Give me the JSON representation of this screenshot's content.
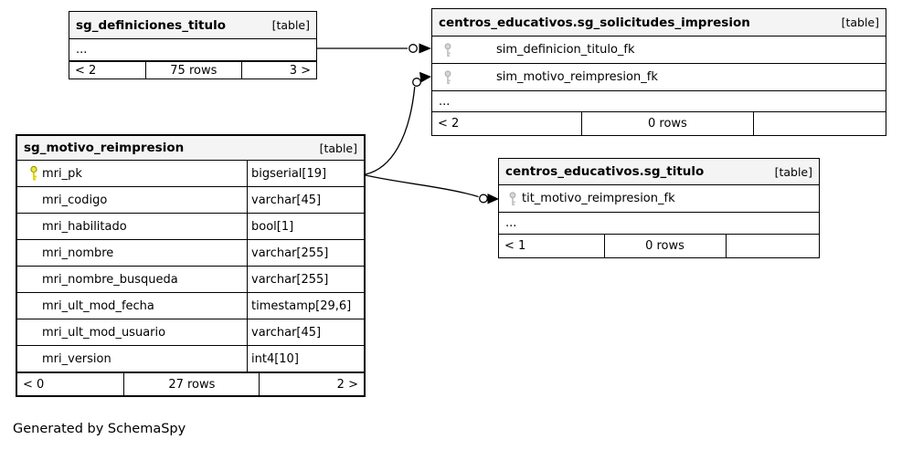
{
  "page": {
    "generated_by": "Generated by SchemaSpy"
  },
  "colors": {
    "header_bg": "#f4f4f4",
    "border": "#000000",
    "primary_key": "#ebe73a",
    "primary_key_stroke": "#8f8a00",
    "foreign_key": "#d6d6d6",
    "foreign_key_stroke": "#ababab"
  },
  "tables": [
    {
      "name": "sg_definiciones_titulo",
      "tag": "[table]",
      "ellipsis": "...",
      "footer": {
        "left": "< 2",
        "center": "75 rows",
        "right": "3 >"
      }
    },
    {
      "name": "centros_educativos.sg_solicitudes_impresion",
      "tag": "[table]",
      "columns": [
        {
          "name": "sim_definicion_titulo_fk",
          "icon": "foreign-key-icon"
        },
        {
          "name": "sim_motivo_reimpresion_fk",
          "icon": "foreign-key-icon"
        }
      ],
      "ellipsis": "...",
      "footer": {
        "left": "< 2",
        "center": "0 rows",
        "right": ""
      }
    },
    {
      "name": "sg_motivo_reimpresion",
      "tag": "[table]",
      "columns": [
        {
          "name": "mri_pk",
          "type": "bigserial[19]",
          "icon": "primary-key-icon"
        },
        {
          "name": "mri_codigo",
          "type": "varchar[45]"
        },
        {
          "name": "mri_habilitado",
          "type": "bool[1]"
        },
        {
          "name": "mri_nombre",
          "type": "varchar[255]"
        },
        {
          "name": "mri_nombre_busqueda",
          "type": "varchar[255]"
        },
        {
          "name": "mri_ult_mod_fecha",
          "type": "timestamp[29,6]"
        },
        {
          "name": "mri_ult_mod_usuario",
          "type": "varchar[45]"
        },
        {
          "name": "mri_version",
          "type": "int4[10]"
        }
      ],
      "footer": {
        "left": "< 0",
        "center": "27 rows",
        "right": "2 >"
      }
    },
    {
      "name": "centros_educativos.sg_titulo",
      "tag": "[table]",
      "columns": [
        {
          "name": "tit_motivo_reimpresion_fk",
          "icon": "foreign-key-icon"
        }
      ],
      "ellipsis": "...",
      "footer": {
        "left": "< 1",
        "center": "0 rows",
        "right": ""
      }
    }
  ]
}
